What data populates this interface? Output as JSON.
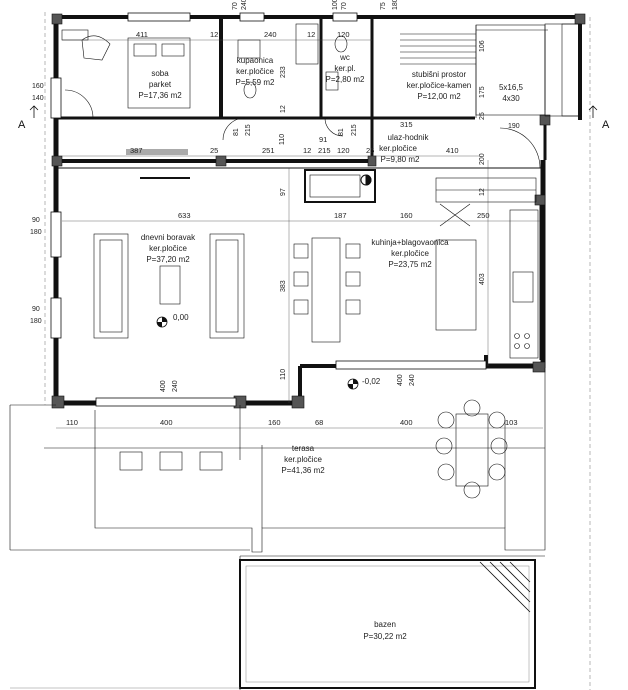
{
  "section_marks": [
    "A",
    "A"
  ],
  "rooms": {
    "soba": [
      "soba",
      "parket",
      "P=17,36 m2"
    ],
    "kupaonica": [
      "kupaonica",
      "ker.pločice",
      "P=5,59 m2"
    ],
    "wc": [
      "wc",
      "ker.pl.",
      "P=2,80 m2"
    ],
    "stubiste": [
      "stubišni prostor",
      "ker.pločice-kamen",
      "P=12,00 m2"
    ],
    "stair_note": [
      "5x16,5",
      "4x30"
    ],
    "hodnik": [
      "ulaz-hodnik",
      "ker.pločice",
      "P=9,80 m2"
    ],
    "boravak": [
      "dnevni boravak",
      "ker.pločice",
      "P=37,20 m2"
    ],
    "kuhinja": [
      "kuhinja+blagovaonica",
      "ker.pločice",
      "P=23,75 m2"
    ],
    "terasa": [
      "terasa",
      "ker.pločice",
      "P=41,36 m2"
    ],
    "bazen": [
      "bazen",
      "P=30,22 m2"
    ]
  },
  "levels": [
    "0,00",
    "-0,02"
  ],
  "dims": {
    "top_row": [
      "411",
      "12",
      "240",
      "12",
      "120"
    ],
    "top_verticals": [
      "70",
      "240",
      "100",
      "70",
      "75",
      "180"
    ],
    "stair_right": [
      "106",
      "175",
      "25",
      "190"
    ],
    "mid_row": [
      "387",
      "25",
      "251",
      "12",
      "215",
      "120",
      "25",
      "410"
    ],
    "bath_verticals": [
      "233",
      "12",
      "81",
      "215",
      "81",
      "215",
      "110",
      "91",
      "315"
    ],
    "hall_verticals": [
      "200",
      "97",
      "12"
    ],
    "living_row": [
      "633",
      "187",
      "160",
      "250"
    ],
    "left_side": [
      "160",
      "140",
      "90",
      "180",
      "90",
      "180"
    ],
    "center_vertical": "383",
    "kitchen_vertical": "403",
    "bottom_pairs": [
      "400",
      "240",
      "110",
      "400",
      "240"
    ],
    "terrace_row": [
      "110",
      "400",
      "160",
      "68",
      "400",
      "103"
    ]
  }
}
